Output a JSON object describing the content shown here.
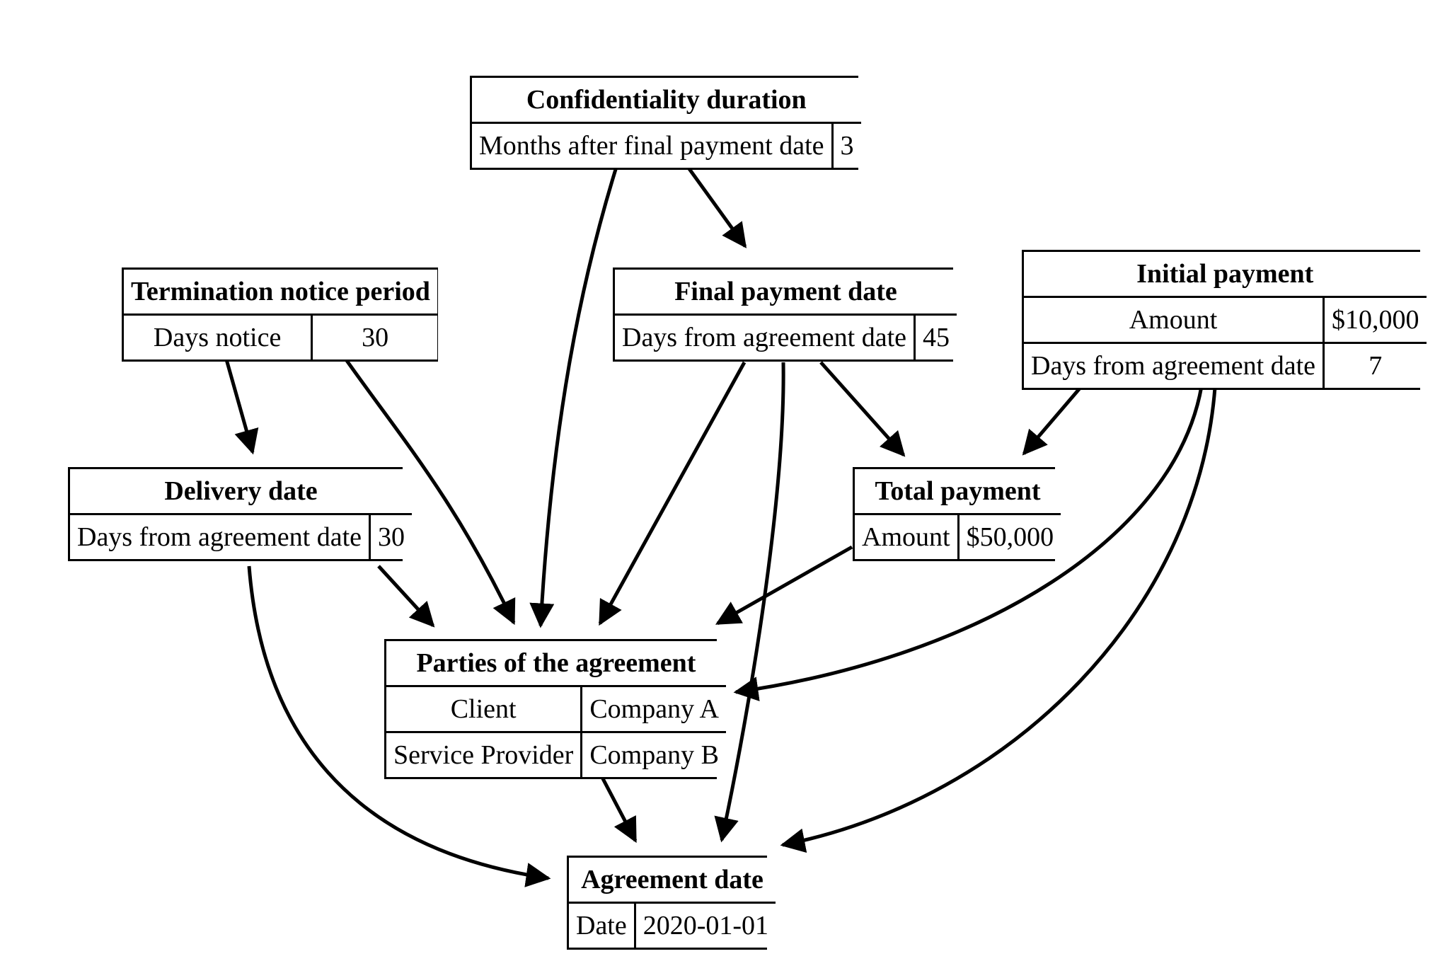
{
  "diagram": {
    "type": "entity-relationship-flow",
    "background": "#ffffff",
    "stroke": "#000000",
    "nodes": [
      {
        "id": "confidentiality-duration",
        "title": "Confidentiality duration",
        "align": "left",
        "rows": [
          {
            "key": "Months after final payment date",
            "value": "3"
          }
        ]
      },
      {
        "id": "termination-notice-period",
        "title": "Termination notice period",
        "align": "center",
        "rows": [
          {
            "key": "Days notice",
            "value": "30"
          }
        ]
      },
      {
        "id": "final-payment-date",
        "title": "Final payment date",
        "align": "left",
        "rows": [
          {
            "key": "Days from agreement date",
            "value": "45"
          }
        ]
      },
      {
        "id": "initial-payment",
        "title": "Initial payment",
        "align": "left",
        "rows": [
          {
            "key": "Amount",
            "value": "$10,000"
          },
          {
            "key": "Days from agreement date",
            "value": "7"
          }
        ]
      },
      {
        "id": "delivery-date",
        "title": "Delivery date",
        "align": "left",
        "rows": [
          {
            "key": "Days from agreement date",
            "value": "30"
          }
        ]
      },
      {
        "id": "total-payment",
        "title": "Total payment",
        "align": "left",
        "rows": [
          {
            "key": "Amount",
            "value": "$50,000"
          }
        ]
      },
      {
        "id": "parties-of-the-agreement",
        "title": "Parties of the agreement",
        "align": "center",
        "rows": [
          {
            "key": "Client",
            "value": "Company A"
          },
          {
            "key": "Service Provider",
            "value": "Company B"
          }
        ]
      },
      {
        "id": "agreement-date",
        "title": "Agreement date",
        "align": "left",
        "rows": [
          {
            "key": "Date",
            "value": "2020-01-01"
          }
        ]
      }
    ],
    "edges": [
      {
        "from": "confidentiality-duration",
        "to": "final-payment-date"
      },
      {
        "from": "confidentiality-duration",
        "to": "parties-of-the-agreement"
      },
      {
        "from": "termination-notice-period",
        "to": "delivery-date"
      },
      {
        "from": "termination-notice-period",
        "to": "parties-of-the-agreement"
      },
      {
        "from": "final-payment-date",
        "to": "total-payment"
      },
      {
        "from": "final-payment-date",
        "to": "parties-of-the-agreement"
      },
      {
        "from": "final-payment-date",
        "to": "agreement-date"
      },
      {
        "from": "initial-payment",
        "to": "total-payment"
      },
      {
        "from": "initial-payment",
        "to": "parties-of-the-agreement"
      },
      {
        "from": "initial-payment",
        "to": "agreement-date"
      },
      {
        "from": "delivery-date",
        "to": "parties-of-the-agreement"
      },
      {
        "from": "delivery-date",
        "to": "agreement-date"
      },
      {
        "from": "total-payment",
        "to": "parties-of-the-agreement"
      },
      {
        "from": "parties-of-the-agreement",
        "to": "agreement-date"
      }
    ]
  }
}
